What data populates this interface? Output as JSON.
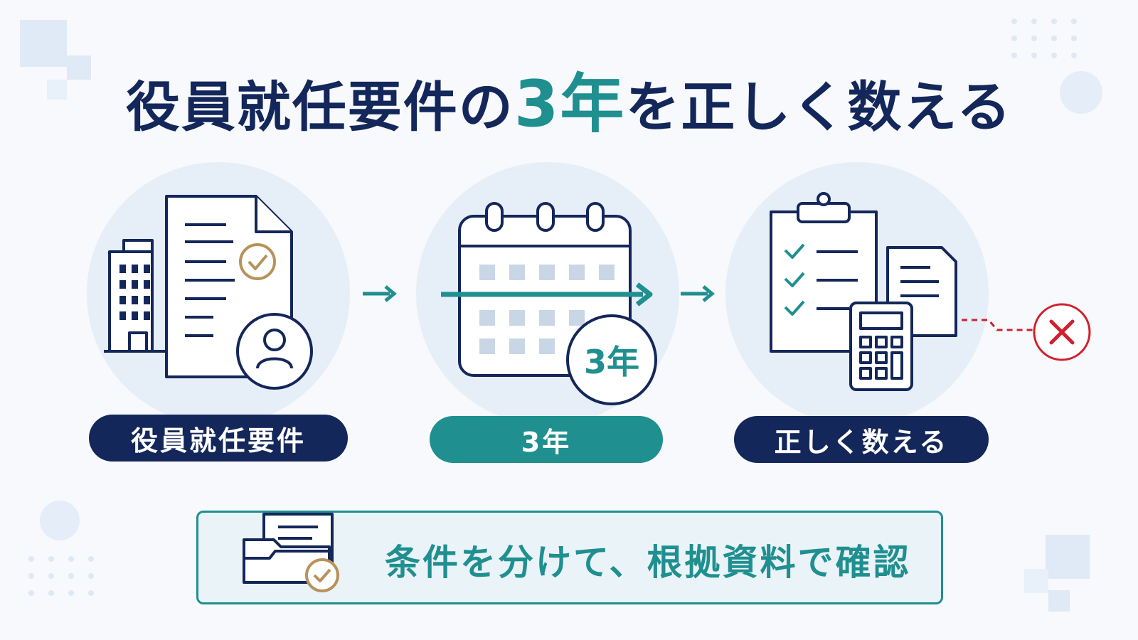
{
  "title": {
    "part1": "役員就任要件の",
    "accent": "3年",
    "part2": "を正しく数える"
  },
  "steps": [
    {
      "label": "役員就任要件",
      "icon": "document-building-person-icon"
    },
    {
      "label": "3年",
      "icon": "calendar-icon",
      "badge": "3年"
    },
    {
      "label": "正しく数える",
      "icon": "clipboard-calculator-icon"
    }
  ],
  "conclusion": {
    "text": "条件を分けて、根拠資料で確認",
    "icon": "folder-check-icon"
  },
  "colors": {
    "navy": "#14275a",
    "teal": "#1f8f90",
    "gold": "#b8925a",
    "red": "#d0202e",
    "light_blue": "#e6eef8"
  }
}
